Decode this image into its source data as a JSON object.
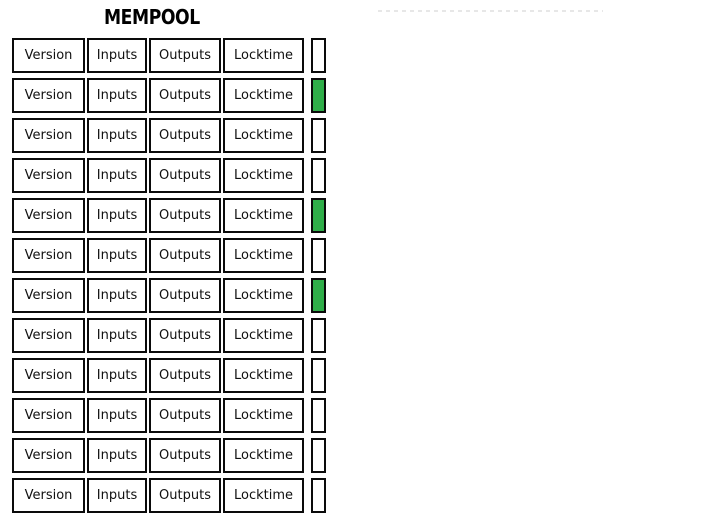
{
  "header": {
    "title": "MEMPOOL"
  },
  "colors": {
    "border": "#0a0a0a",
    "marker_green": "#2fae49",
    "marker_white": "#ffffff",
    "dashed_line": "#e7e7e7"
  },
  "decorations": {
    "dashed_line_present": true
  },
  "mempool": {
    "field_labels": [
      "Version",
      "Inputs",
      "Outputs",
      "Locktime"
    ],
    "transactions": [
      {
        "marker": "white"
      },
      {
        "marker": "green"
      },
      {
        "marker": "white"
      },
      {
        "marker": "white"
      },
      {
        "marker": "green"
      },
      {
        "marker": "white"
      },
      {
        "marker": "green"
      },
      {
        "marker": "white"
      },
      {
        "marker": "white"
      },
      {
        "marker": "white"
      },
      {
        "marker": "white"
      },
      {
        "marker": "white"
      }
    ]
  }
}
